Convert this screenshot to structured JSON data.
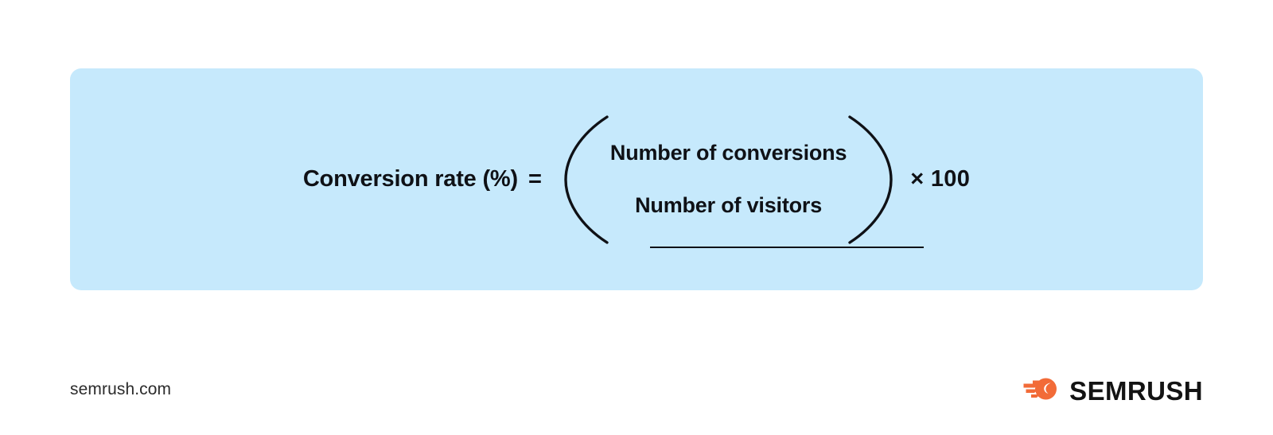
{
  "page": {
    "background_color": "#ffffff"
  },
  "formula_panel": {
    "background_color": "#c6e9fc",
    "label": "Conversion rate (%)",
    "equals": "=",
    "fraction": {
      "numerator": "Number of conversions",
      "denominator": "Number of visitors",
      "open_paren": "(",
      "close_paren": ")"
    },
    "multiplier": "× 100",
    "text_color": "#0f1116"
  },
  "footer": {
    "url": "semrush.com",
    "brand": {
      "wordmark": "SEMRUSH",
      "mark_color": "#f26b38",
      "wordmark_color": "#131313"
    }
  }
}
